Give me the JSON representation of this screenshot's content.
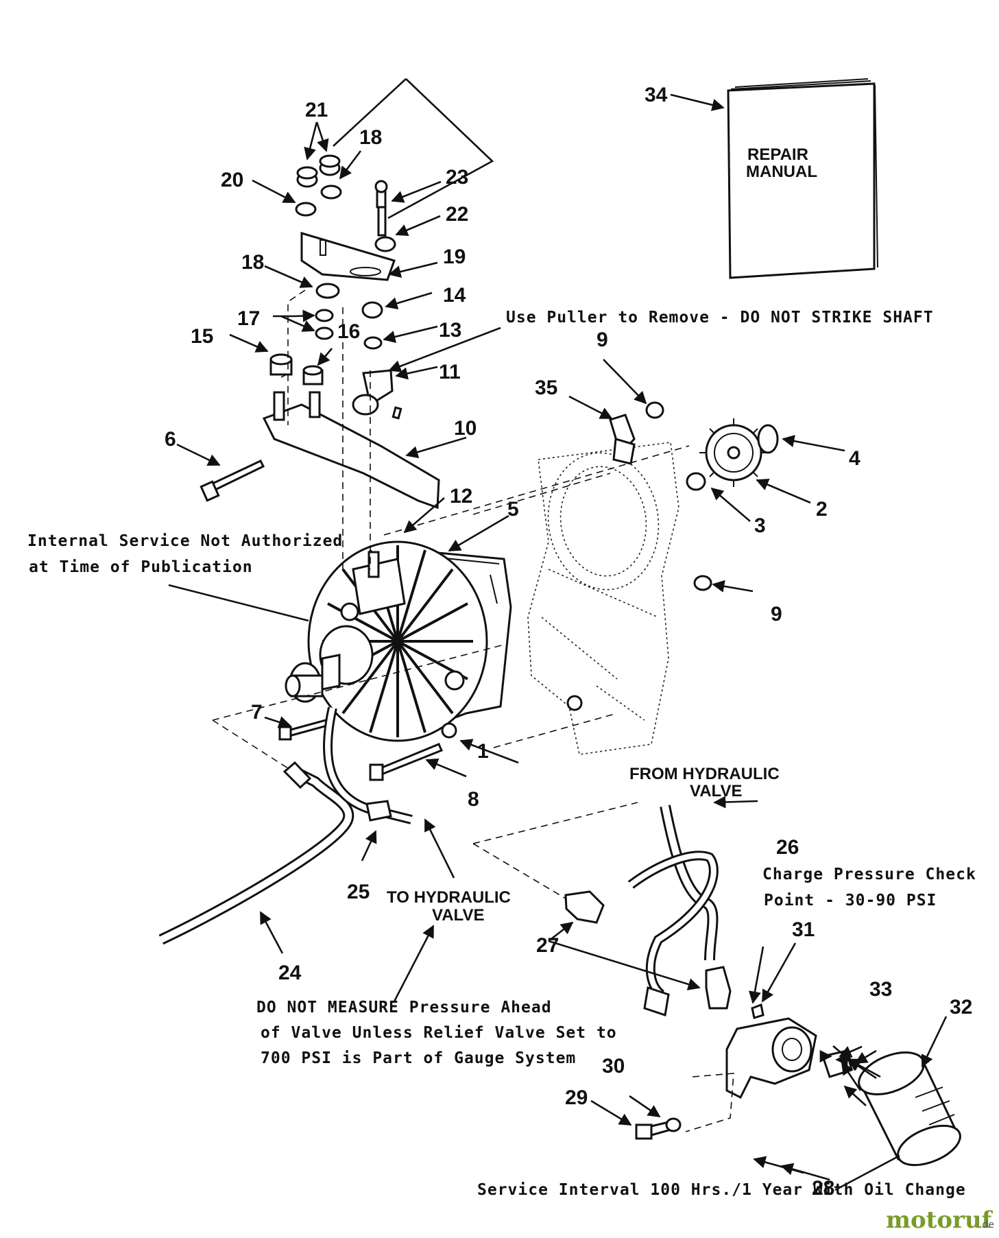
{
  "diagram": {
    "callouts": [
      "1",
      "2",
      "3",
      "4",
      "5",
      "6",
      "7",
      "8",
      "9",
      "9",
      "10",
      "11",
      "12",
      "13",
      "14",
      "15",
      "16",
      "17",
      "18",
      "18",
      "19",
      "20",
      "21",
      "22",
      "23",
      "24",
      "25",
      "26",
      "27",
      "28",
      "29",
      "30",
      "31",
      "32",
      "33",
      "34",
      "35"
    ],
    "manual_cover": {
      "line1": "REPAIR",
      "line2": "MANUAL"
    },
    "notes": {
      "puller": "Use Puller to Remove - DO NOT STRIKE SHAFT",
      "internal_service_1": "Internal Service Not Authorized",
      "internal_service_2": "at Time of Publication",
      "from_valve_1": "FROM HYDRAULIC",
      "from_valve_2": "VALVE",
      "to_valve_1": "TO HYDRAULIC",
      "to_valve_2": "VALVE",
      "charge_1": "Charge Pressure Check",
      "charge_2": "Point - 30-90 PSI",
      "measure_1": "DO NOT MEASURE Pressure Ahead",
      "measure_2": "of Valve Unless Relief Valve Set to",
      "measure_3": "700 PSI is Part of Gauge System",
      "service_interval": "Service Interval 100 Hrs./1 Year With Oil Change"
    },
    "watermark": {
      "brand": "motoruf",
      "tld": ".de"
    }
  }
}
